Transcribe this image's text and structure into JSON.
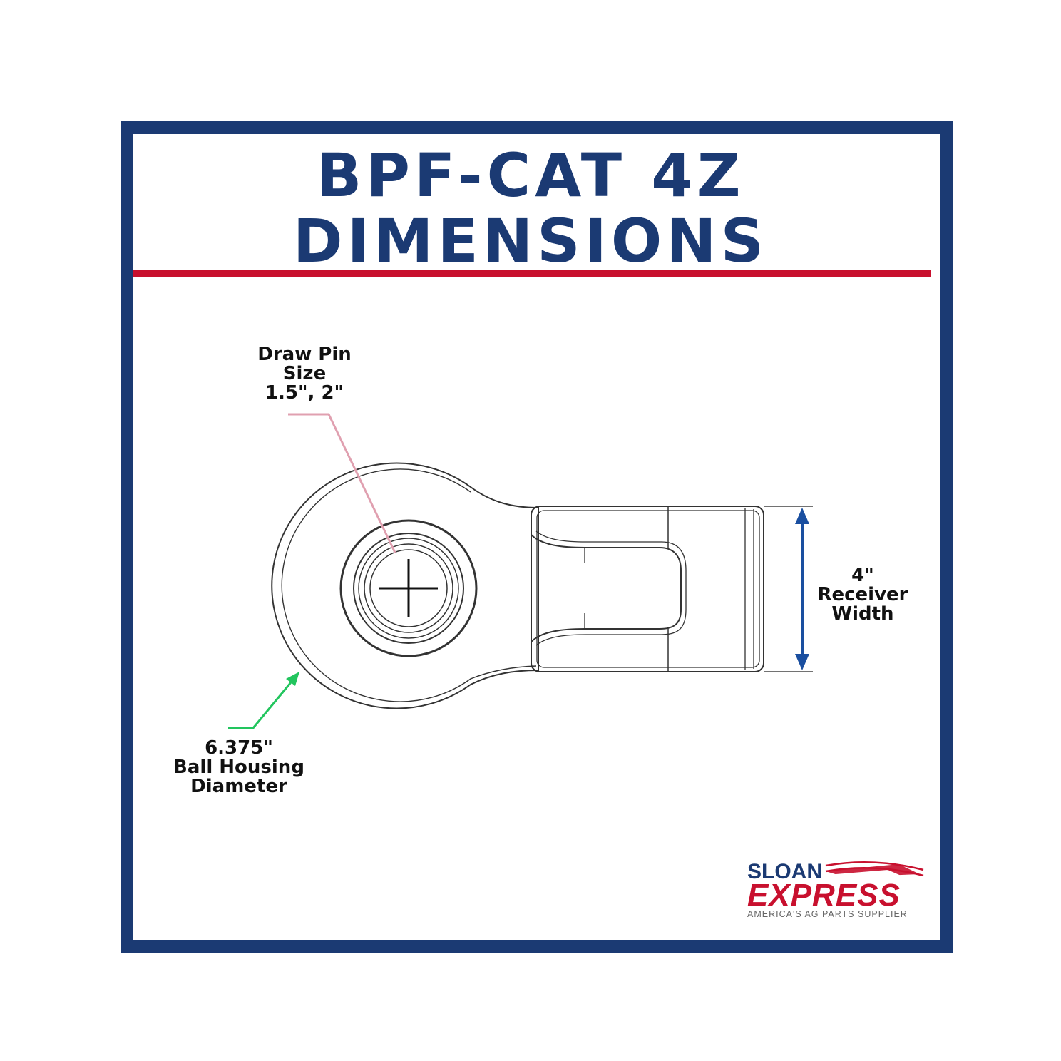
{
  "title": {
    "line1": "BPF-CAT 4Z",
    "line2": "DIMENSIONS"
  },
  "labels": {
    "draw_pin": {
      "line1": "Draw Pin",
      "line2": "Size",
      "line3": "1.5\", 2\""
    },
    "receiver": {
      "line1": "4\"",
      "line2": "Receiver",
      "line3": "Width"
    },
    "ball_housing": {
      "line1": "6.375\"",
      "line2": "Ball Housing",
      "line3": "Diameter"
    }
  },
  "logo": {
    "name_top": "SLOAN",
    "name_main": "EXPRESS",
    "tagline": "AMERICA'S AG PARTS SUPPLIER"
  },
  "colors": {
    "frame": "#1b3a73",
    "rule": "#c8102e",
    "pin_leader": "#e0a0b0",
    "receiver_arrow": "#1a4fa0",
    "ball_arrow": "#22c55e"
  }
}
